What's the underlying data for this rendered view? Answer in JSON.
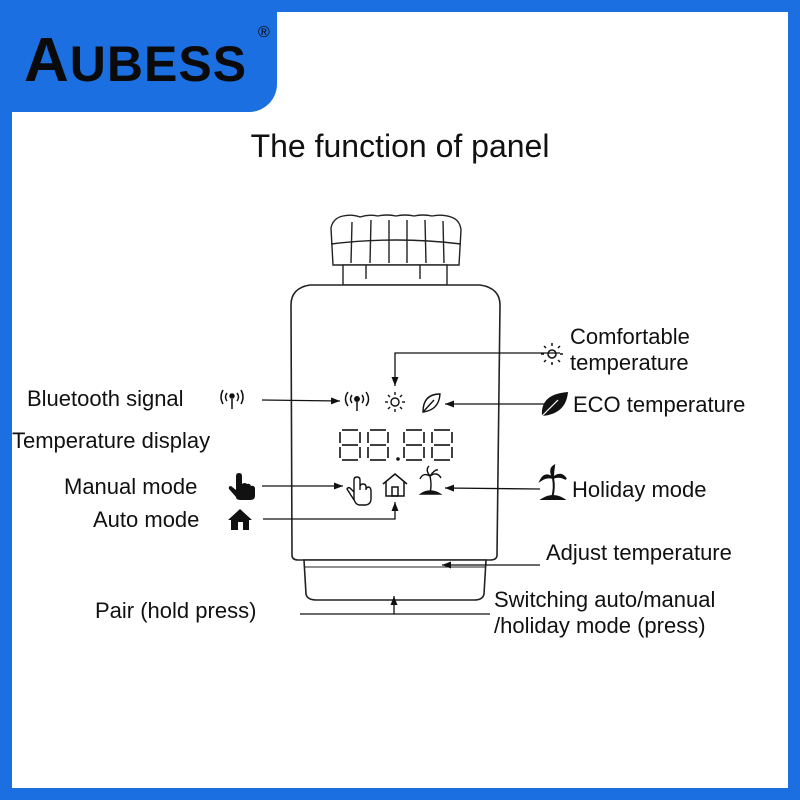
{
  "brand": {
    "name_first": "A",
    "name_rest": "UBESS",
    "registered": "®"
  },
  "title": "The function of panel",
  "display": {
    "digits": "88.88"
  },
  "labels": {
    "bluetooth": "Bluetooth signal",
    "temperature_display": "Temperature display",
    "manual_mode": "Manual mode",
    "auto_mode": "Auto mode",
    "comfortable_line1": "Comfortable",
    "comfortable_line2": "temperature",
    "eco": "ECO temperature",
    "holiday": "Holiday mode",
    "adjust": "Adjust temperature",
    "pair": "Pair (hold press)",
    "switching_line1": "Switching auto/manual",
    "switching_line2": "/holiday mode (press)"
  },
  "icons": {
    "bluetooth": "signal-icon",
    "comfort": "sun-icon",
    "eco": "leaf-icon",
    "manual": "hand-icon",
    "auto": "house-icon",
    "holiday": "palm-tree-icon"
  },
  "colors": {
    "brand_blue": "#1b6fe0",
    "ink": "#111111"
  }
}
